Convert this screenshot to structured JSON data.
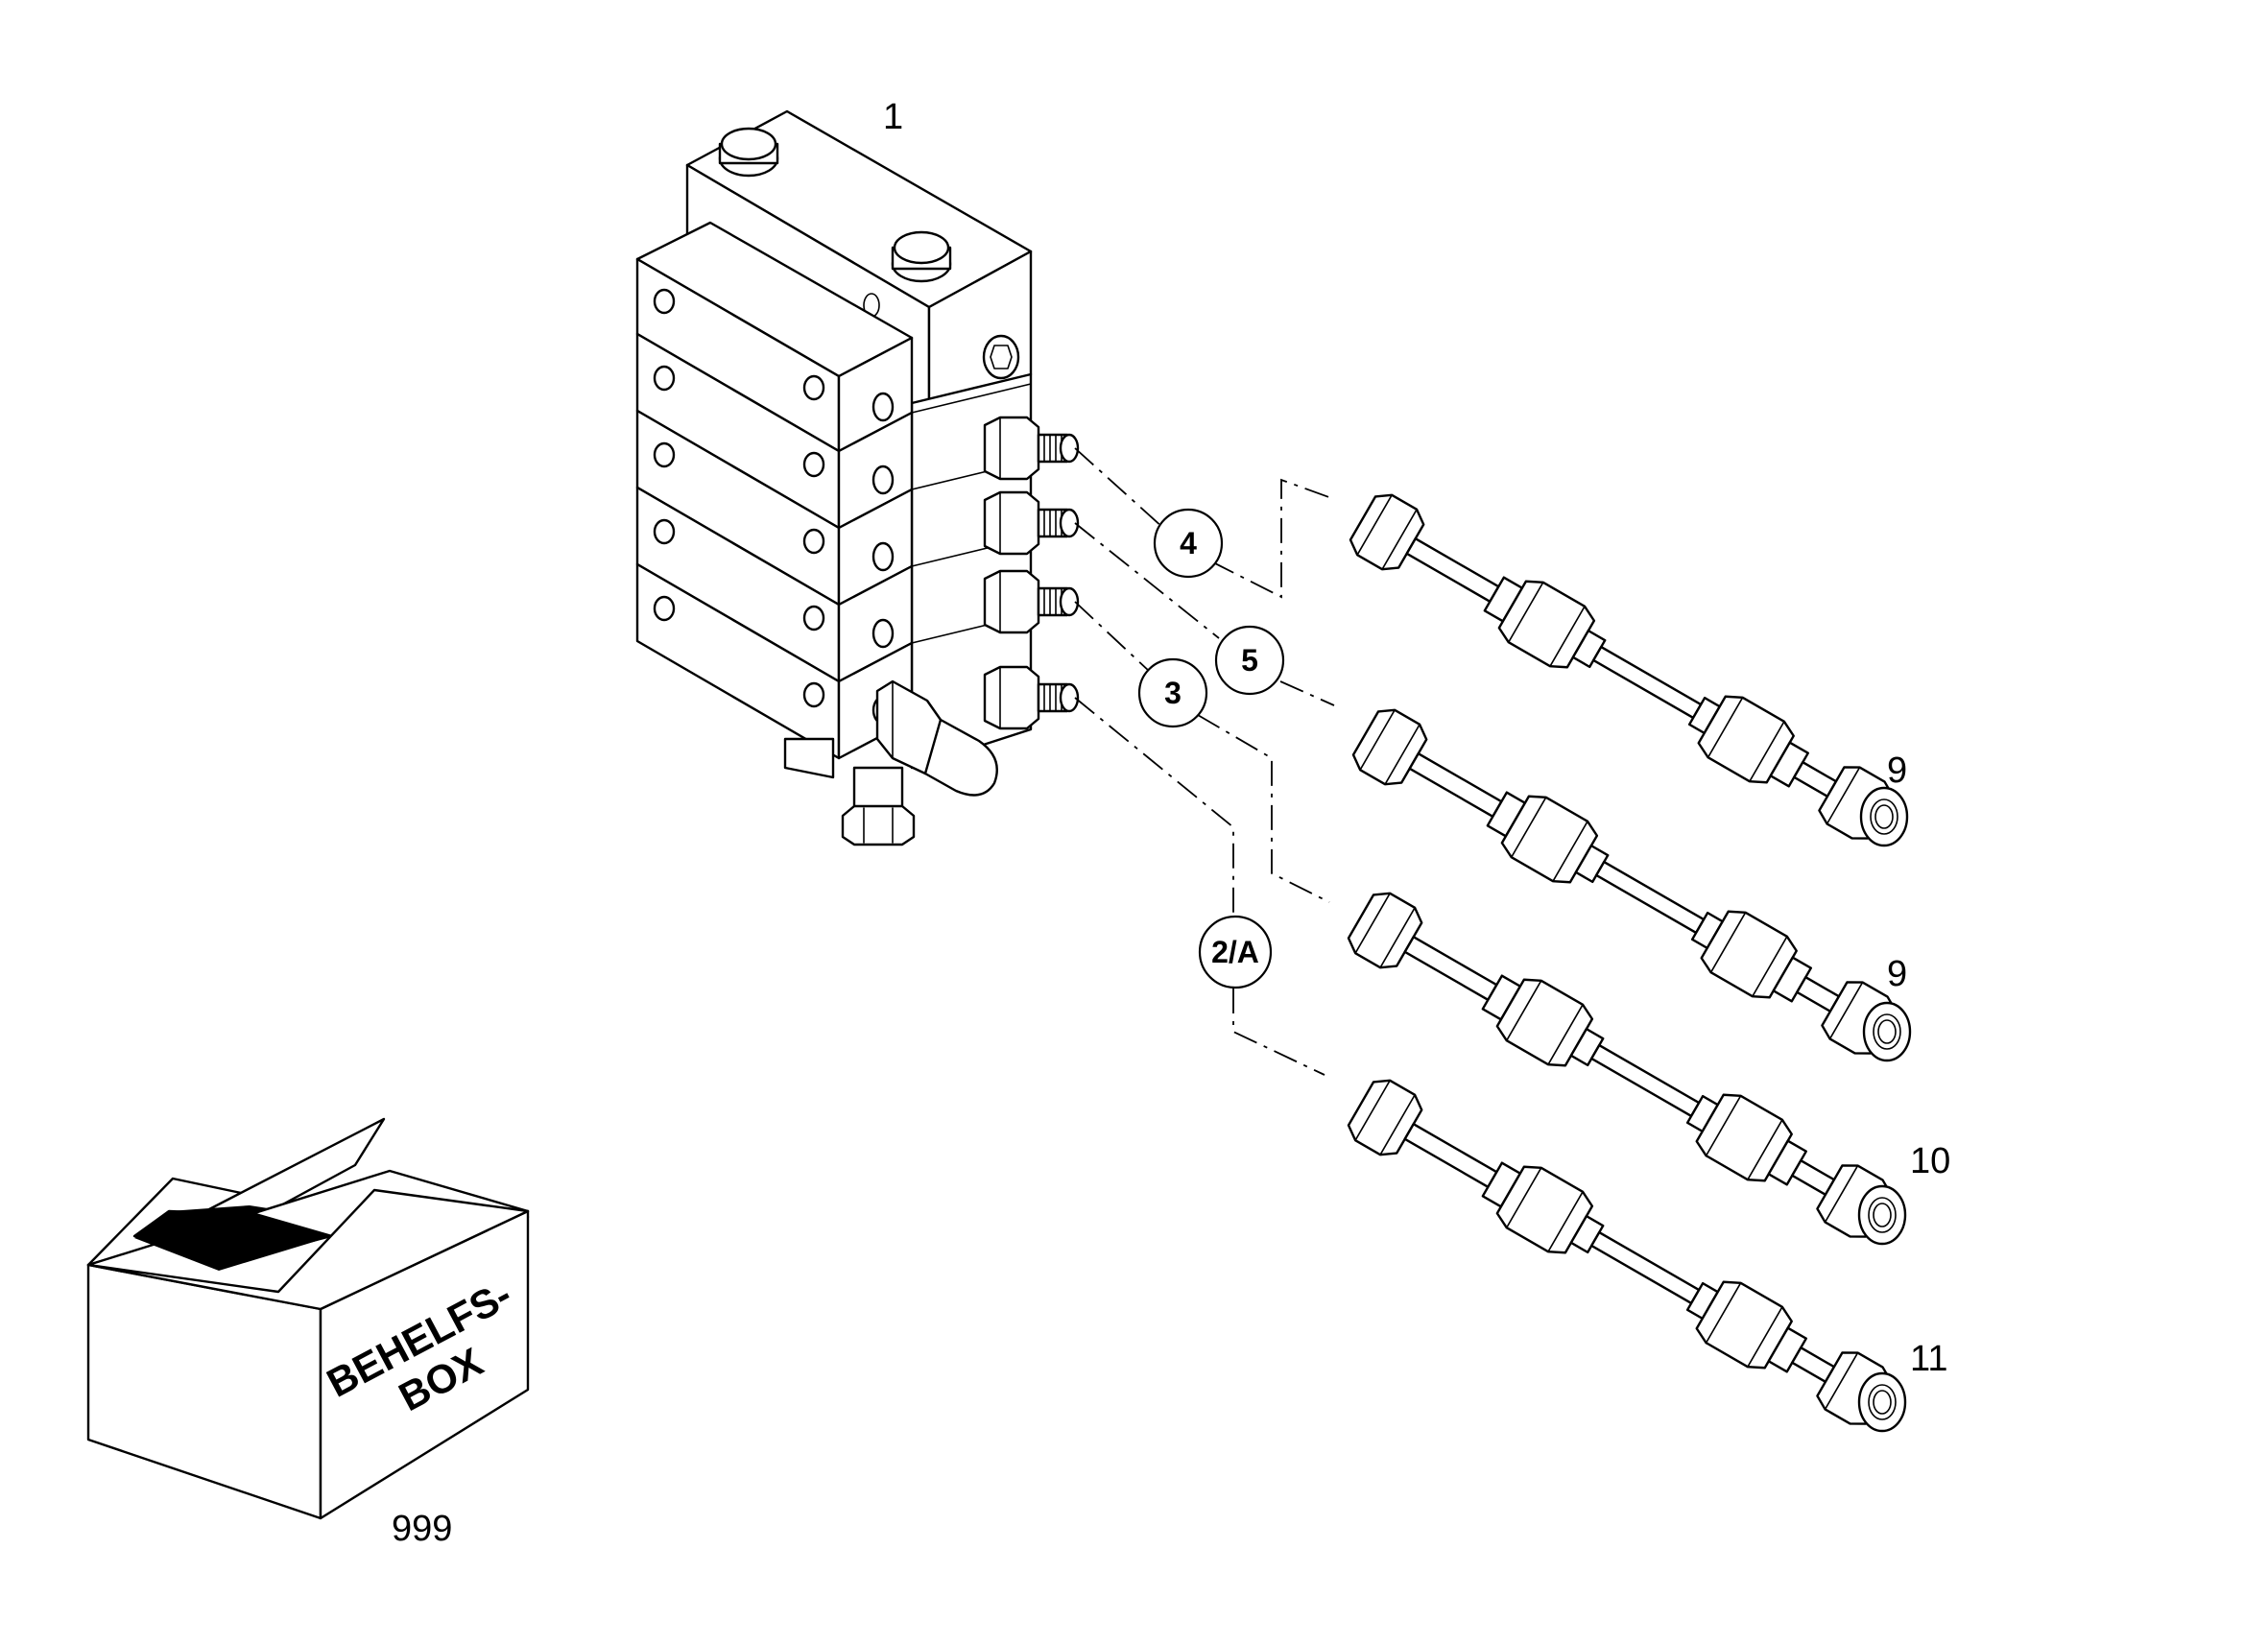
{
  "part_labels": {
    "block": "1",
    "hose_a": "9",
    "hose_b": "9",
    "hose_c": "10",
    "hose_d": "11",
    "box": "999"
  },
  "bubbles": {
    "b4": "4",
    "b5": "5",
    "b3": "3",
    "b2a": "2/A"
  },
  "box_text": {
    "line1": "BEHELFS-",
    "line2": "BOX"
  }
}
